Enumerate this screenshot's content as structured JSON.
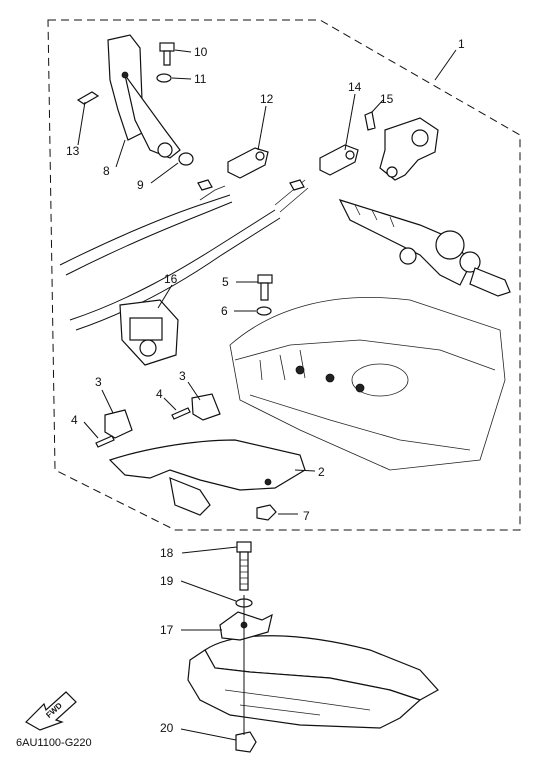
{
  "diagram_code": "6AU1100-G220",
  "fwd_label": "FWD",
  "callouts": [
    {
      "id": "c1",
      "text": "1"
    },
    {
      "id": "c2",
      "text": "2"
    },
    {
      "id": "c3a",
      "text": "3"
    },
    {
      "id": "c3b",
      "text": "3"
    },
    {
      "id": "c4a",
      "text": "4"
    },
    {
      "id": "c4b",
      "text": "4"
    },
    {
      "id": "c5",
      "text": "5"
    },
    {
      "id": "c6",
      "text": "6"
    },
    {
      "id": "c7",
      "text": "7"
    },
    {
      "id": "c8",
      "text": "8"
    },
    {
      "id": "c9",
      "text": "9"
    },
    {
      "id": "c10",
      "text": "10"
    },
    {
      "id": "c11",
      "text": "11"
    },
    {
      "id": "c12",
      "text": "12"
    },
    {
      "id": "c13",
      "text": "13"
    },
    {
      "id": "c14",
      "text": "14"
    },
    {
      "id": "c15",
      "text": "15"
    },
    {
      "id": "c16",
      "text": "16"
    },
    {
      "id": "c17",
      "text": "17"
    },
    {
      "id": "c18",
      "text": "18"
    },
    {
      "id": "c19",
      "text": "19"
    },
    {
      "id": "c20",
      "text": "20"
    }
  ]
}
